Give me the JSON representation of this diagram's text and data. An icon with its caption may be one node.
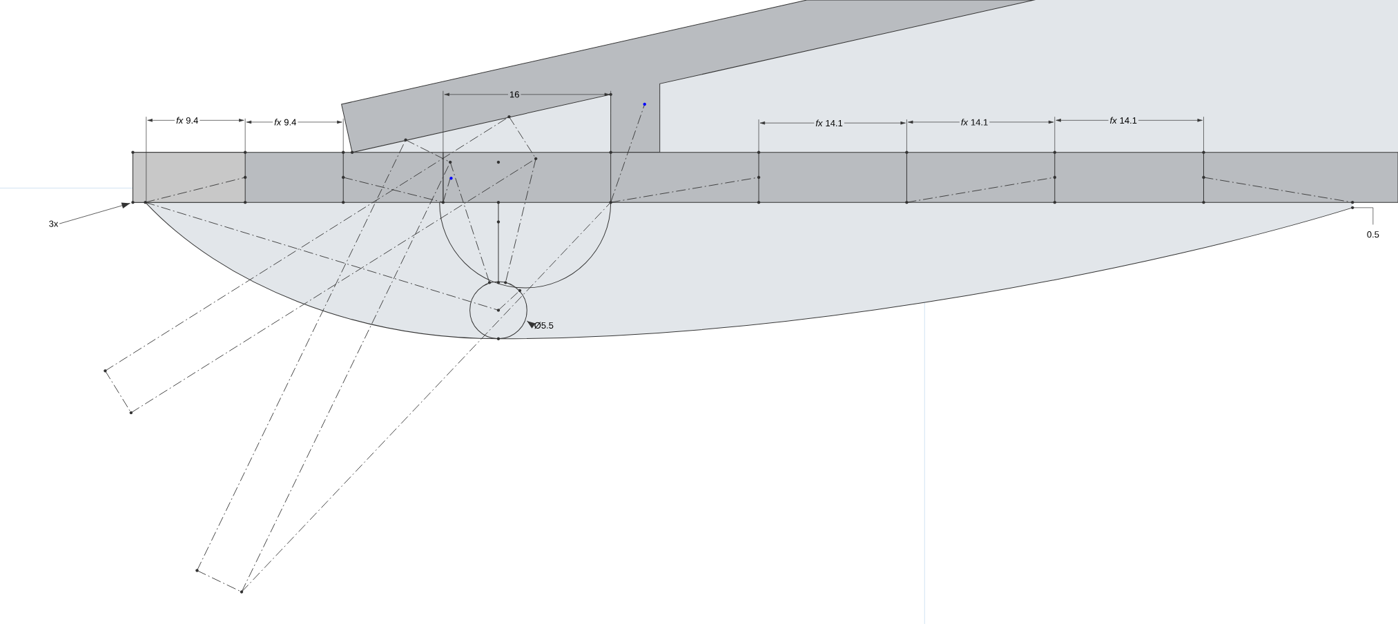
{
  "diagram": {
    "nodes": [
      {
        "text": [
          "3x"
        ]
      },
      {
        "text": [
          "Ø5.5"
        ]
      }
    ],
    "edges": [
      {
        "from": 0,
        "to": null,
        "arrow": "to"
      },
      {
        "from": 1,
        "to": null,
        "arrow": "to"
      }
    ],
    "labels": [
      "*fx* 9.4",
      "*fx* 9.4",
      "16",
      "*fx* 14.1",
      "*fx* 14.1",
      "*fx* 14.1",
      "0.5"
    ]
  }
}
